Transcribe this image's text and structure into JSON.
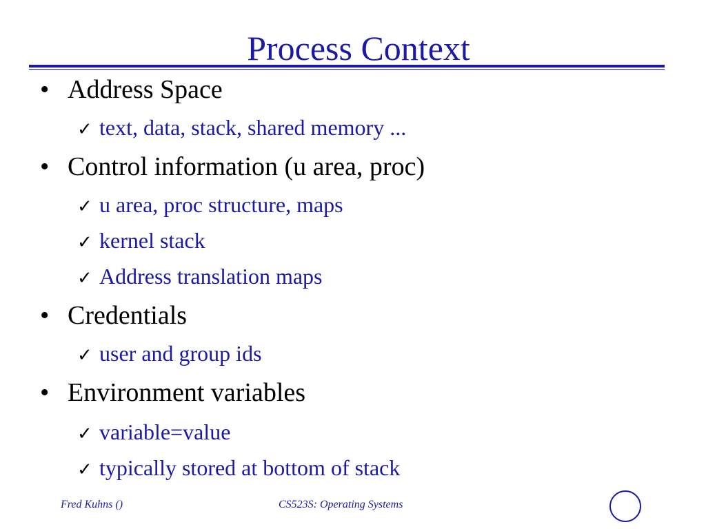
{
  "slide": {
    "title": "Process Context",
    "colors": {
      "accent": "#1a1aa6",
      "text": "#000000",
      "background": "#ffffff"
    },
    "bullet_glyph": "•",
    "check_glyph": "✓",
    "items": [
      {
        "text": "Address Space",
        "subitems": [
          "text, data, stack, shared memory ..."
        ]
      },
      {
        "text": "Control information (u area, proc)",
        "subitems": [
          "u area, proc structure, maps",
          "kernel stack",
          "Address translation maps"
        ]
      },
      {
        "text": "Credentials",
        "subitems": [
          "user and group ids"
        ]
      },
      {
        "text": "Environment variables",
        "subitems": [
          "variable=value",
          "typically stored at bottom of stack"
        ]
      }
    ]
  },
  "footer": {
    "author": "Fred Kuhns ()",
    "course": "CS523S: Operating Systems",
    "logo_icon": "circle-logo-icon"
  }
}
